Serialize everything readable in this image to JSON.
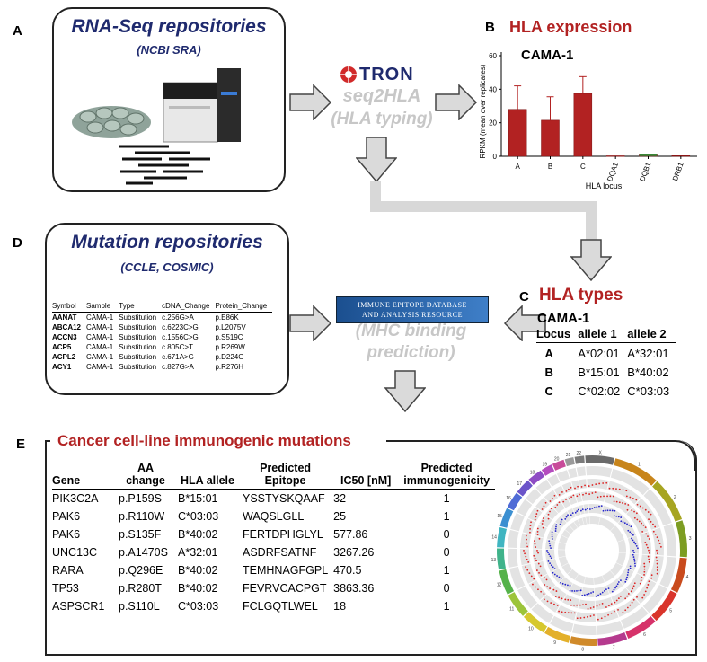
{
  "panels": {
    "A": {
      "letter": "A",
      "title": "RNA-Seq repositories",
      "subtitle": "(NCBI SRA)"
    },
    "tron": {
      "logo_text": "TRON",
      "tool": "seq2HLA",
      "tool_desc": "(HLA typing)"
    },
    "B": {
      "letter": "B",
      "title": "HLA expression",
      "chart_data": {
        "type": "bar",
        "title": "CAMA-1",
        "xlabel": "HLA locus",
        "ylabel": "RPKM (mean over replicates)",
        "ylim": [
          0,
          60
        ],
        "yticks": [
          "0",
          "20",
          "40",
          "60"
        ],
        "categories": [
          "A",
          "B",
          "C",
          "DQA1",
          "DQB1",
          "DRB1"
        ],
        "values": [
          28,
          21.5,
          37.5,
          0.3,
          1.2,
          0.4
        ],
        "error": [
          14,
          14,
          10,
          0.2,
          0.4,
          0.2
        ],
        "colors": [
          "#b22222",
          "#b22222",
          "#b22222",
          "#b22222",
          "#3a8a3a",
          "#b22222"
        ]
      }
    },
    "D": {
      "letter": "D",
      "title": "Mutation repositories",
      "subtitle": "(CCLE, COSMIC)",
      "columns": [
        "Symbol",
        "Sample",
        "Type",
        "cDNA_Change",
        "Protein_Change"
      ],
      "rows": [
        [
          "AANAT",
          "CAMA-1",
          "Substitution",
          "c.256G>A",
          "p.E86K"
        ],
        [
          "ABCA12",
          "CAMA-1",
          "Substitution",
          "c.6223C>G",
          "p.L2075V"
        ],
        [
          "ACCN3",
          "CAMA-1",
          "Substitution",
          "c.1556C>G",
          "p.S519C"
        ],
        [
          "ACP5",
          "CAMA-1",
          "Substitution",
          "c.805C>T",
          "p.R269W"
        ],
        [
          "ACPL2",
          "CAMA-1",
          "Substitution",
          "c.671A>G",
          "p.D224G"
        ],
        [
          "ACY1",
          "CAMA-1",
          "Substitution",
          "c.827G>A",
          "p.R276H"
        ]
      ]
    },
    "iedb": {
      "banner_line1": "IMMUNE EPITOPE DATABASE",
      "banner_line2": "AND ANALYSIS RESOURCE",
      "text_line1": "(MHC binding",
      "text_line2": "prediction)"
    },
    "C": {
      "letter": "C",
      "title": "HLA types",
      "cell_line": "CAMA-1",
      "columns": [
        "Locus",
        "allele 1",
        "allele 2"
      ],
      "rows": [
        [
          "A",
          "A*02:01",
          "A*32:01"
        ],
        [
          "B",
          "B*15:01",
          "B*40:02"
        ],
        [
          "C",
          "C*02:02",
          "C*03:03"
        ]
      ]
    },
    "E": {
      "letter": "E",
      "title": "Cancer cell-line immunogenic mutations",
      "columns": [
        "Gene",
        "AA change",
        "HLA allele",
        "Predicted Epitope",
        "IC50 [nM]",
        "Predicted immunogenicity"
      ],
      "rows": [
        [
          "PIK3C2A",
          "p.P159S",
          "B*15:01",
          "YSSTYSKQAAF",
          "32",
          "1"
        ],
        [
          "PAK6",
          "p.R110W",
          "C*03:03",
          "WAQSLGLL",
          "25",
          "1"
        ],
        [
          "PAK6",
          "p.S135F",
          "B*40:02",
          "FERTDPHGLYL",
          "577.86",
          "0"
        ],
        [
          "UNC13C",
          "p.A1470S",
          "A*32:01",
          "ASDRFSATNF",
          "3267.26",
          "0"
        ],
        [
          "RARA",
          "p.Q296E",
          "B*40:02",
          "TEMHNAGFGPL",
          "470.5",
          "1"
        ],
        [
          "TP53",
          "p.R280T",
          "B*40:02",
          "FEVRVCACPGT",
          "3863.36",
          "0"
        ],
        [
          "ASPSCR1",
          "p.S110L",
          "C*03:03",
          "FCLGQTLWEL",
          "18",
          "1"
        ]
      ],
      "circos_labels": [
        "1",
        "2",
        "3",
        "4",
        "5",
        "6",
        "7",
        "8",
        "9",
        "10",
        "11",
        "12",
        "13",
        "14",
        "15",
        "16",
        "17",
        "18",
        "19",
        "20",
        "21",
        "22",
        "X"
      ]
    }
  }
}
